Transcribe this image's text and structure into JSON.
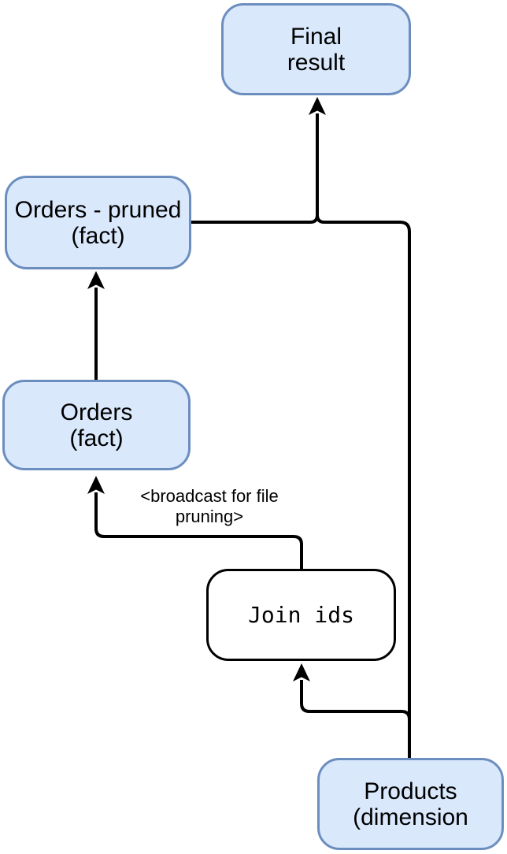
{
  "diagram": {
    "colors": {
      "background": "#ffffff",
      "node_fill": "#dae8fc",
      "node_border": "#6c8ebf",
      "join_node_fill": "#ffffff",
      "join_node_border": "#000000",
      "edge": "#000000",
      "text": "#000000"
    },
    "nodes": {
      "final_result": {
        "line1": "Final",
        "line2": "result"
      },
      "orders_pruned": {
        "line1": "Orders - pruned",
        "line2": "(fact)"
      },
      "orders": {
        "line1": "Orders",
        "line2": "(fact)"
      },
      "join_ids": {
        "label": "Join ids"
      },
      "products": {
        "line1": "Products",
        "line2": "(dimension"
      }
    },
    "annotation": {
      "line1": "<broadcast for file",
      "line2": "pruning>"
    },
    "edges": [
      {
        "from": "orders_pruned",
        "to": "final_result"
      },
      {
        "from": "products",
        "to": "final_result"
      },
      {
        "from": "orders",
        "to": "orders_pruned"
      },
      {
        "from": "join_ids",
        "to": "orders",
        "label": "<broadcast for file pruning>"
      },
      {
        "from": "products",
        "to": "join_ids"
      }
    ]
  }
}
